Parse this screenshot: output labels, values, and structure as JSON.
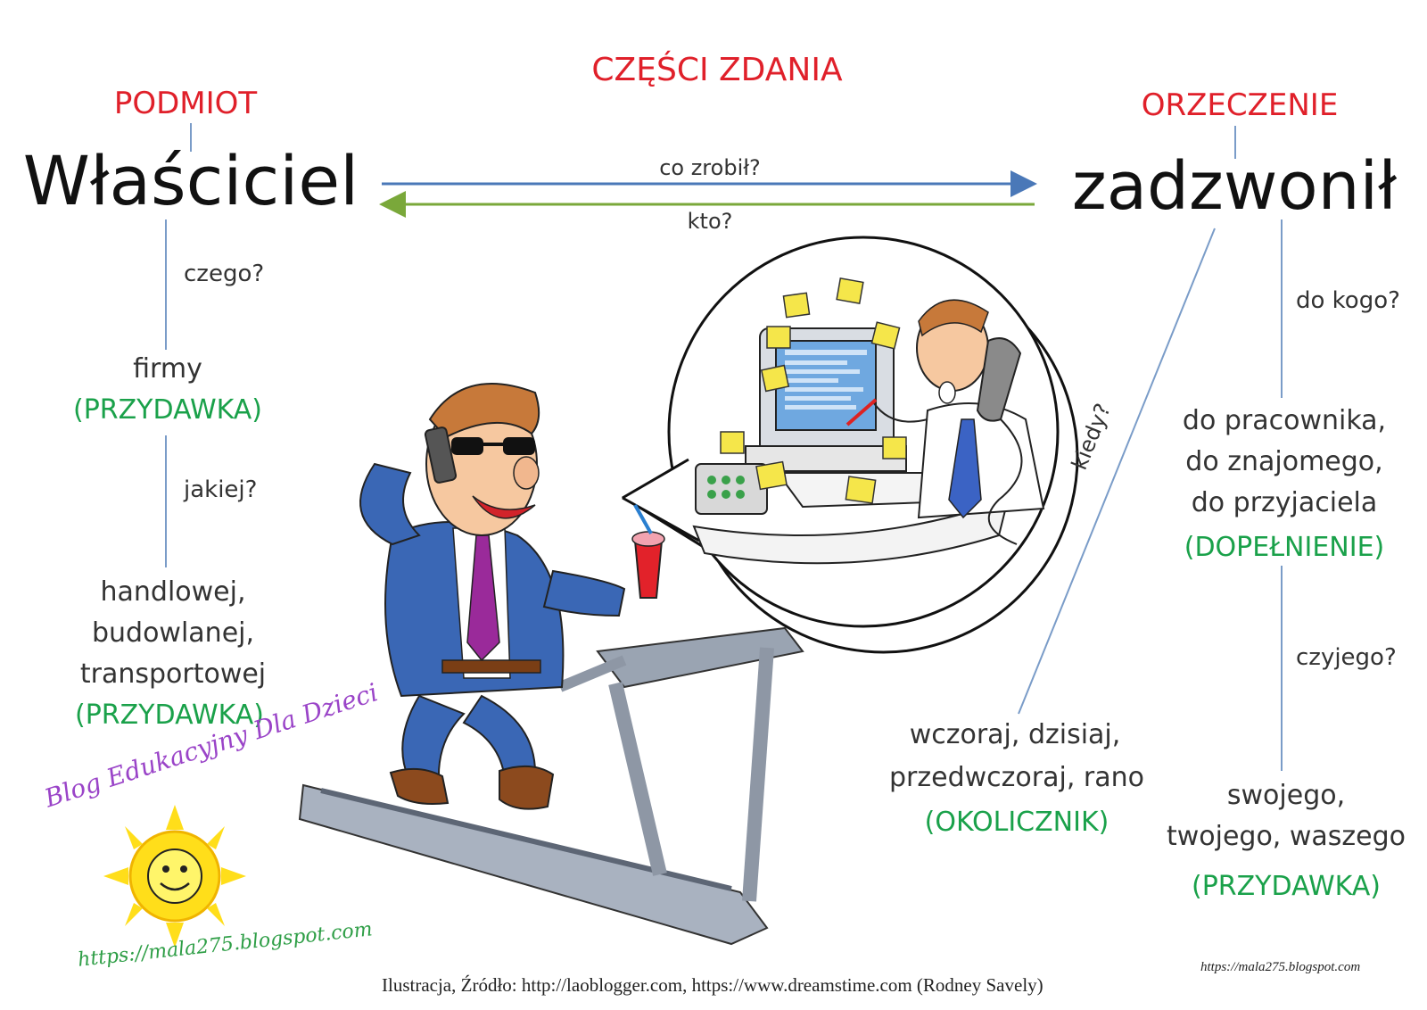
{
  "title": "CZĘŚCI ZDANIA",
  "subject": {
    "label": "PODMIOT",
    "word": "Właściciel"
  },
  "predicate": {
    "label": "ORZECZENIE",
    "word": "zadzwonił"
  },
  "arrows": {
    "top_question": "co zrobił?",
    "bottom_question": "kto?"
  },
  "left_branch": {
    "q1": "czego?",
    "a1": "firmy",
    "a1_type": "(PRZYDAWKA)",
    "q2": "jakiej?",
    "a2_lines": [
      "handlowej,",
      "budowlanej,",
      "transportowej"
    ],
    "a2_type": "(PRZYDAWKA)"
  },
  "right_branch": {
    "q1": "do kogo?",
    "a1_lines": [
      "do pracownika,",
      "do znajomego,",
      "do przyjaciela"
    ],
    "a1_type": "(DOPEŁNIENIE)",
    "q2": "czyjego?",
    "a2_lines": [
      "swojego,",
      "twojego, waszego"
    ],
    "a2_type": "(PRZYDAWKA)"
  },
  "middle_branch": {
    "question": "kiedy?",
    "answer_lines": [
      "wczoraj, dzisiaj,",
      "przedwczoraj, rano"
    ],
    "answer_type": "(OKOLICZNIK)"
  },
  "logo": {
    "text": "Blog Edukacyjny Dla Dzieci",
    "url": "https://mala275.blogspot.com"
  },
  "footer": {
    "credit": "Ilustracja, Źródło: http://laoblogger.com, https://www.dreamstime.com (Rodney Savely)",
    "url": "https://mala275.blogspot.com"
  },
  "colors": {
    "label_red": "#e0202a",
    "type_green": "#1aa14a",
    "arrow_blue": "#4a78b8",
    "arrow_green": "#7aa83a"
  }
}
